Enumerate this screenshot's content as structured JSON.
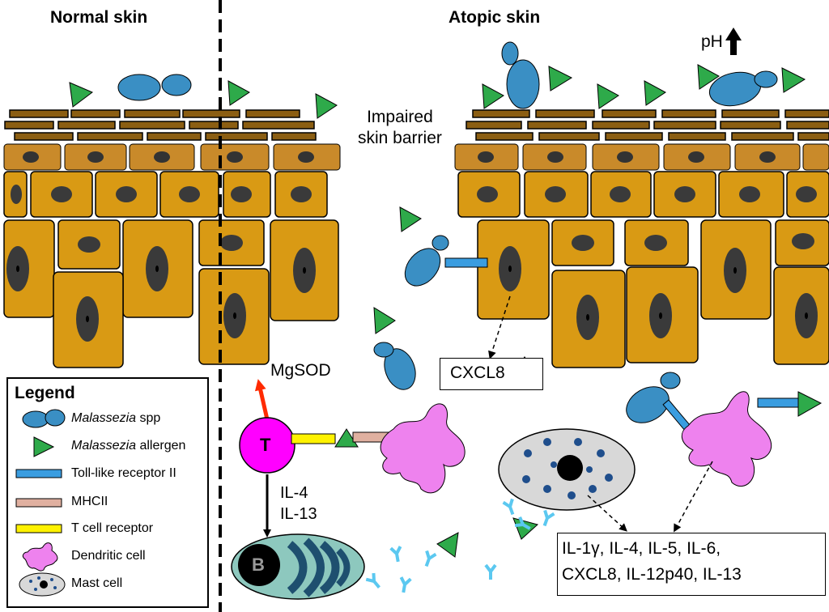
{
  "labels": {
    "normal_skin": "Normal skin",
    "atopic_skin": "Atopic skin",
    "impaired_barrier_line1": "Impaired",
    "impaired_barrier_line2": "skin barrier",
    "ph": "pH",
    "mgsod": "MgSOD",
    "cxcl8": "CXCL8",
    "t_cell": "T",
    "b_cell": "B",
    "il4": "IL-4",
    "il13": "IL-13",
    "cytokines_line1": "IL-1γ, IL-4, IL-5, IL-6,",
    "cytokines_line2": "CXCL8, IL-12p40, IL-13"
  },
  "legend": {
    "title": "Legend",
    "malassezia_italic": "Malassezia",
    "malassezia_rest": " spp",
    "allergen_italic": "Malassezia",
    "allergen_rest": " allergen",
    "tlr2": "Toll-like receptor II",
    "mhcii": "MHCII",
    "tcr": "T cell receptor",
    "dendritic": "Dendritic cell",
    "mast": "Mast cell"
  },
  "colors": {
    "keratinocyte": "#D99A14",
    "keratinocyte_border": "#000000",
    "nucleus": "#3A3A3A",
    "corneocyte": "#8B5E12",
    "granular": "#C98A2A",
    "malassezia": "#3A8FC4",
    "allergen": "#2EAA4A",
    "tlr": "#3A9DE0",
    "mhcii": "#E0B0A0",
    "tcr": "#FFF200",
    "dendritic": "#EE82EE",
    "t_cell": "#FF00FF",
    "b_cell": "#8DC8BE",
    "mast": "#D8D8D8",
    "mast_granule": "#1F4E8C",
    "antibody": "#5BC8F0",
    "arrow_red": "#FF2A00"
  },
  "icons": [
    "malassezia-icon",
    "allergen-icon",
    "tlr2-icon",
    "mhcii-icon",
    "tcr-icon",
    "dendritic-cell-icon",
    "mast-cell-icon",
    "up-arrow-icon"
  ]
}
